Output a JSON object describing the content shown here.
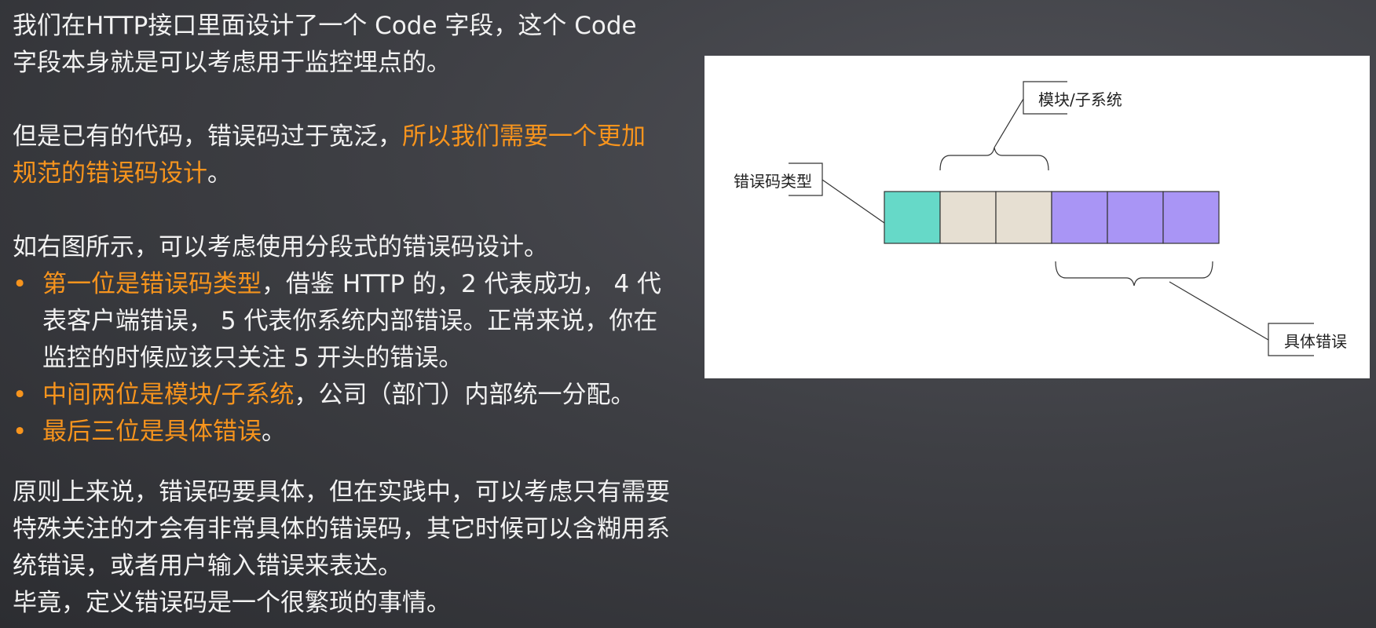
{
  "paragraph1": {
    "text": "我们在HTTP接口里面设计了一个 Code 字段，这个 Code 字段本身就是可以考虑用于监控埋点的。"
  },
  "paragraph2": {
    "normal": "但是已有的代码，错误码过于宽泛，",
    "highlight": "所以我们需要一个更加规范的错误码设计",
    "end": "。"
  },
  "paragraph3": {
    "intro": "如右图所示，可以考虑使用分段式的错误码设计。",
    "bullets": [
      {
        "highlight": "第一位是错误码类型",
        "rest": "，借鉴 HTTP 的，2 代表成功， 4 代表客户端错误， 5 代表你系统内部错误。正常来说，你在监控的时候应该只关注 5 开头的错误。"
      },
      {
        "highlight": "中间两位是模块/子系统",
        "rest": "，公司（部门）内部统一分配。"
      },
      {
        "highlight": "最后三位是具体错误",
        "rest": "。"
      }
    ],
    "bullet_symbol": "•"
  },
  "paragraph4": {
    "line1": "原则上来说，错误码要具体，但在实践中，可以考虑只有需要特殊关注的才会有非常具体的错误码，其它时候可以含糊用系统错误，或者用户输入错误来表达。",
    "line2": "毕竟，定义错误码是一个很繁琐的事情。"
  },
  "diagram": {
    "label_type": "错误码类型",
    "label_module": "模块/子系统",
    "label_specific": "具体错误",
    "colors": {
      "type": "#66d9c8",
      "module": "#e6dfd2",
      "specific": "#a995f5",
      "accent": "#f7941d"
    }
  }
}
